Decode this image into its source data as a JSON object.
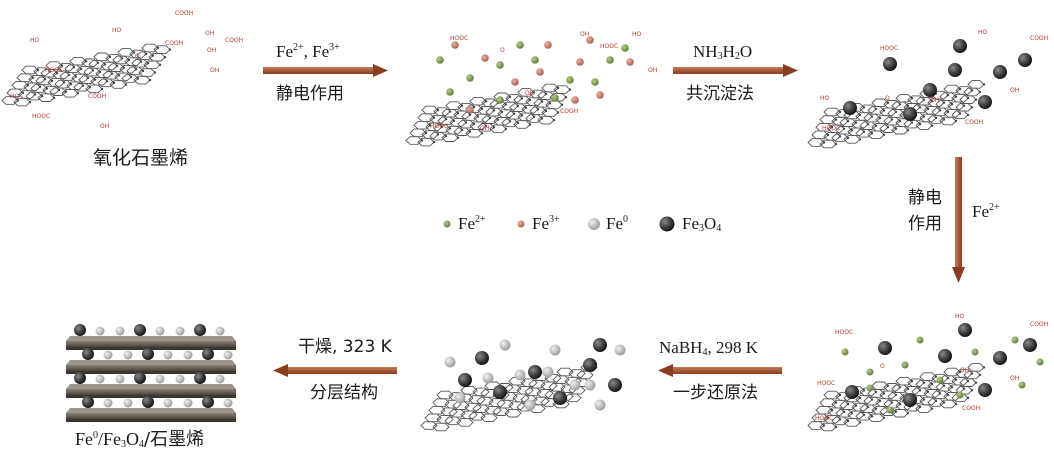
{
  "labels": {
    "go_caption": "氧化石墨烯",
    "final_caption_fe0": "Fe",
    "final_caption_sup": "0",
    "final_caption_rest": "/Fe",
    "final_caption_sub1": "3",
    "final_caption_o": "O",
    "final_caption_sub2": "4",
    "final_caption_tail": "/石墨烯"
  },
  "steps": {
    "step1_top_a": "Fe",
    "step1_sup_a": "2+",
    "step1_mid": ", Fe",
    "step1_sup_b": "3+",
    "step1_bottom": "静电作用",
    "step2_top": "NH",
    "step2_top_sub1": "3",
    "step2_top_mid": "H",
    "step2_top_sub2": "2",
    "step2_top_end": "O",
    "step2_bottom": "共沉淀法",
    "step3_left_line1": "静电",
    "step3_left_line2": "作用",
    "step3_right": "Fe",
    "step3_right_sup": "2+",
    "step4_top": "NaBH",
    "step4_top_sub": "4",
    "step4_top_end": ", 298 K",
    "step4_bottom": "一步还原法",
    "step5_top": "干燥, 323 K",
    "step5_bottom": "分层结构"
  },
  "legend": [
    {
      "name": "Fe",
      "sup": "2+",
      "sub": "",
      "sub_tail": "",
      "color": "#7c9a52"
    },
    {
      "name": "Fe",
      "sup": "3+",
      "sub": "",
      "sub_tail": "",
      "color": "#c9796a"
    },
    {
      "name": "Fe",
      "sup": "0",
      "sub": "",
      "sub_tail": "",
      "color": "#b8b8b8"
    },
    {
      "name": "Fe",
      "sup": "",
      "sub": "3",
      "sub_tail": "O4",
      "color": "#3c3c3c"
    }
  ],
  "legend_text": {
    "fe3o4_a": "Fe",
    "fe3o4_sub1": "3",
    "fe3o4_o": "O",
    "fe3o4_sub2": "4"
  },
  "molecule_labels": {
    "cooh": "COOH",
    "hooc": "HOOC",
    "oh": "OH",
    "ho": "HO",
    "o": "O"
  },
  "colors": {
    "arrow": "#a0522d",
    "lattice": "#555555",
    "fe2": "#7c9a52",
    "fe3": "#c9796a",
    "fe0": "#b8b8b8",
    "fe3o4": "#3c3c3c",
    "group_label": "#c0392b"
  }
}
